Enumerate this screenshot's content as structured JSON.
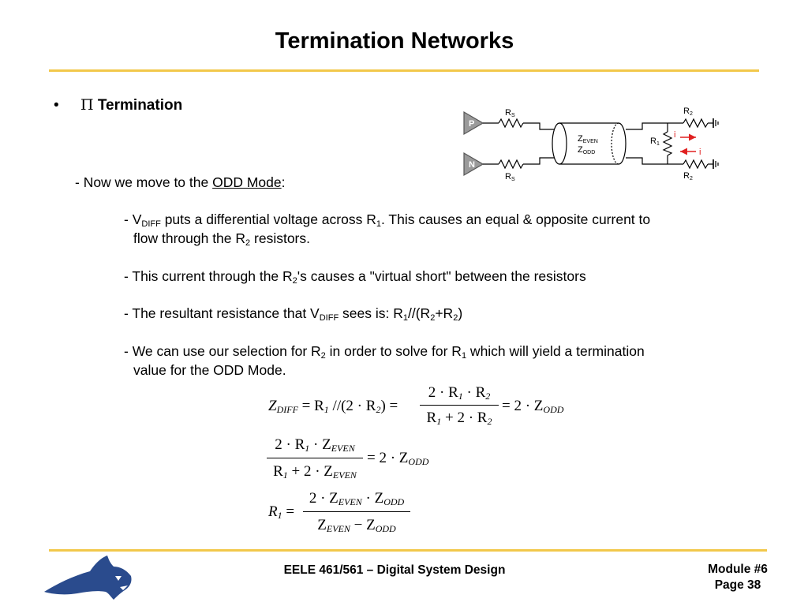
{
  "slide": {
    "title": "Termination Networks",
    "bullet_symbol": "•",
    "heading_symbol": "Π",
    "heading_text": "Termination"
  },
  "body": {
    "intro_prefix": "- Now we move to the ",
    "intro_link": "ODD Mode",
    "intro_suffix": ":",
    "p1_a": "- V",
    "p1_sub_diff": "DIFF",
    "p1_b": " puts a differential voltage across R",
    "p1_sub_1": "1",
    "p1_c": ".  This causes an equal & opposite current to",
    "p1_d": "flow through the R",
    "p1_sub_2": "2",
    "p1_e": " resistors.",
    "p2_a": "- This current through the R",
    "p2_sub_2": "2",
    "p2_b": "'s causes a \"virtual short\" between the resistors",
    "p3_a": "- The resultant resistance that V",
    "p3_sub_diff": "DIFF",
    "p3_b": " sees is:  R",
    "p3_sub_1": "1",
    "p3_c": "//(R",
    "p3_sub_2a": "2",
    "p3_d": "+R",
    "p3_sub_2b": "2",
    "p3_e": ")",
    "p4_a": "- We can use our selection for R",
    "p4_sub_2": "2",
    "p4_b": " in order to solve for R",
    "p4_sub_1": "1",
    "p4_c": " which will yield a termination",
    "p4_d": "value for the ODD Mode."
  },
  "circuit": {
    "source_p": "P",
    "source_n": "N",
    "rs_top": "R",
    "rs_top_sub": "S",
    "rs_bottom": "R",
    "rs_bottom_sub": "S",
    "z_even": "Z",
    "z_even_sub": "EVEN",
    "z_odd": "Z",
    "z_odd_sub": "ODD",
    "r1": "R",
    "r1_sub": "1",
    "r2_top": "R",
    "r2_top_sub": "2",
    "r2_bottom": "R",
    "r2_bottom_sub": "2",
    "current_top": "i",
    "current_bottom": "i",
    "current_color": "#e02020"
  },
  "equations": {
    "eq1_lhs": "Z",
    "eq1_lhs_sub": "DIFF",
    "eq1_mid": "= R",
    "eq1_mid_sub": "1",
    "eq1_par": " //(2 · R",
    "eq1_par_sub": "2",
    "eq1_par_close": ") =",
    "eq1_num": "2 · R",
    "eq1_num_sub1": "1",
    "eq1_num_b": " · R",
    "eq1_num_sub2": "2",
    "eq1_den": "R",
    "eq1_den_sub1": "1",
    "eq1_den_b": " + 2 · R",
    "eq1_den_sub2": "2",
    "eq1_rhs": "= 2 · Z",
    "eq1_rhs_sub": "ODD",
    "eq2_num": "2 · R",
    "eq2_num_sub1": "1",
    "eq2_num_b": " · Z",
    "eq2_num_sub2": "EVEN",
    "eq2_den": "R",
    "eq2_den_sub1": "1",
    "eq2_den_b": " + 2 · Z",
    "eq2_den_sub2": "EVEN",
    "eq2_rhs": "= 2 · Z",
    "eq2_rhs_sub": "ODD",
    "eq3_lhs": "R",
    "eq3_lhs_sub": "1",
    "eq3_eq": "=",
    "eq3_num": "2 · Z",
    "eq3_num_sub1": "EVEN",
    "eq3_num_b": " · Z",
    "eq3_num_sub2": "ODD",
    "eq3_den": "Z",
    "eq3_den_sub1": "EVEN",
    "eq3_den_b": " − Z",
    "eq3_den_sub2": "ODD"
  },
  "footer": {
    "course": "EELE 461/561 – Digital System Design",
    "module": "Module #6",
    "page": "Page 38"
  },
  "colors": {
    "rule": "#f2c84b",
    "logo": "#2a4b8d"
  }
}
